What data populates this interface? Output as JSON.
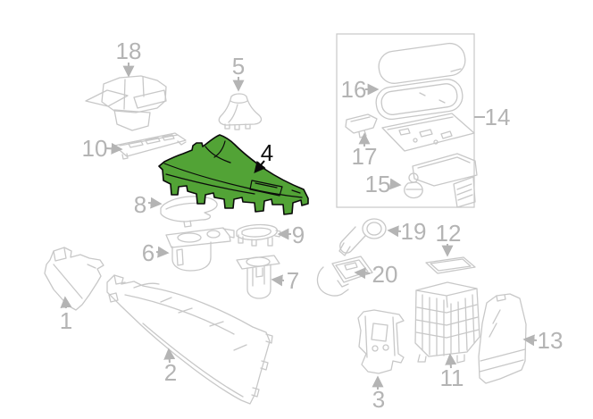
{
  "diagram": {
    "type": "exploded-parts-diagram",
    "subject": "vehicle center console components",
    "highlighted_part": "4",
    "part_count": 20,
    "colors": {
      "background": "#ffffff",
      "part_outline": "#c8c8c8",
      "group_box_border": "#c8c8c8",
      "label_text": "#b4b4b4",
      "highlight_fill": "#52a336",
      "highlight_outline": "#0a0a0a",
      "highlight_label_text": "#111111"
    },
    "part_numbers": [
      "18",
      "5",
      "10",
      "16",
      "14",
      "17",
      "15",
      "4",
      "8",
      "9",
      "6",
      "7",
      "19",
      "12",
      "20",
      "1",
      "2",
      "3",
      "11",
      "13"
    ],
    "group_box_label": "14"
  }
}
